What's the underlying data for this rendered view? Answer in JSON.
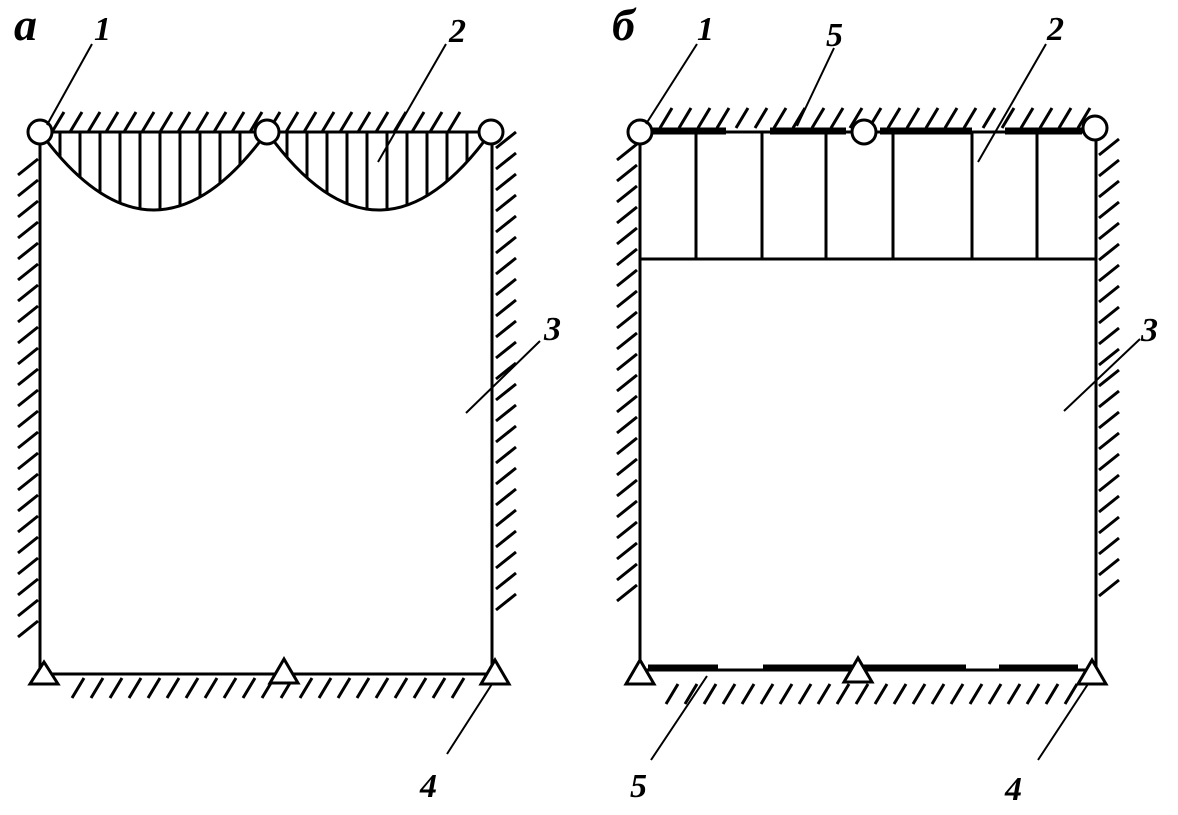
{
  "figure": {
    "panels": [
      {
        "id": "a",
        "label": "а",
        "callouts": [
          "1",
          "2",
          "3",
          "4"
        ]
      },
      {
        "id": "b",
        "label": "б",
        "callouts": [
          "1",
          "5",
          "2",
          "3",
          "5",
          "4"
        ]
      }
    ]
  }
}
